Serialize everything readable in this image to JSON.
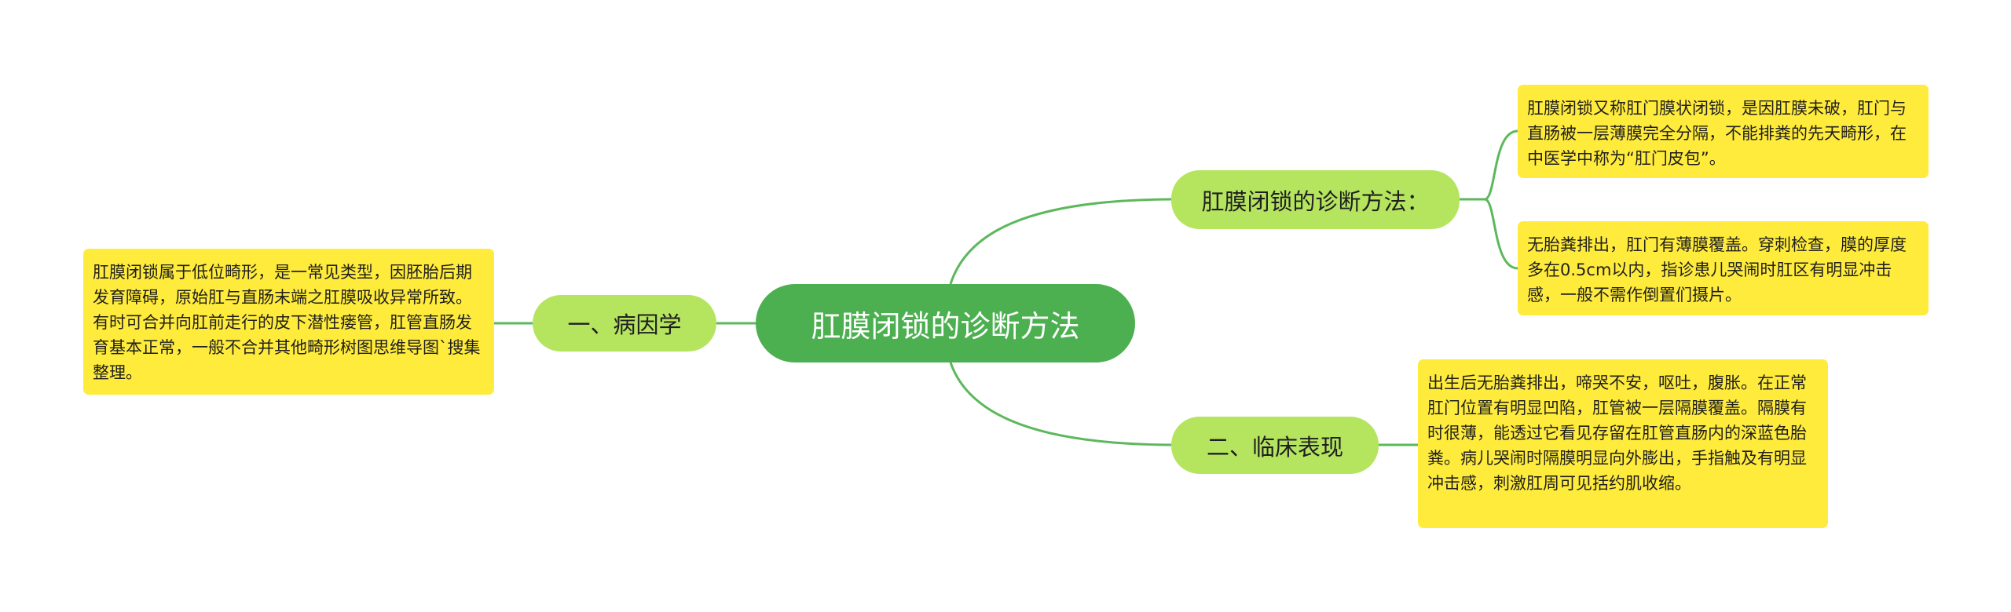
{
  "root": {
    "label": "肛膜闭锁的诊断方法"
  },
  "branches": [
    {
      "label": "一、病因学",
      "leaves": [
        "肛膜闭锁属于低位畸形，是一常见类型，因胚胎后期发育障碍，原始肛与直肠末端之肛膜吸收异常所致。有时可合并向肛前走行的皮下潜性瘘管，肛管直肠发育基本正常，一般不合并其他畸形树图思维导图`搜集整理。"
      ]
    },
    {
      "label": "肛膜闭锁的诊断方法：",
      "leaves": [
        "肛膜闭锁又称肛门膜状闭锁，是因肛膜未破，肛门与直肠被一层薄膜完全分隔，不能排粪的先天畸形，在中医学中称为“肛门皮包”。",
        "无胎粪排出，肛门有薄膜覆盖。穿刺检查，膜的厚度多在0.5cm以内，指诊患儿哭闹时肛区有明显冲击感，一般不需作倒置们摄片。"
      ]
    },
    {
      "label": "二、临床表现",
      "leaves": [
        "出生后无胎粪排出，啼哭不安，呕吐，腹胀。在正常肛门位置有明显凹陷，肛管被一层隔膜覆盖。隔膜有时很薄，能透过它看见存留在肛管直肠内的深蓝色胎粪。病儿哭闹时隔膜明显向外膨出，手指触及有明显冲击感，刺激肛周可见括约肌收缩。"
      ]
    }
  ],
  "colors": {
    "connector": "#5cb85c",
    "root_fill": "#4caf50",
    "branch_fill": "#b5e45f",
    "leaf_fill": "#ffeb3b"
  }
}
